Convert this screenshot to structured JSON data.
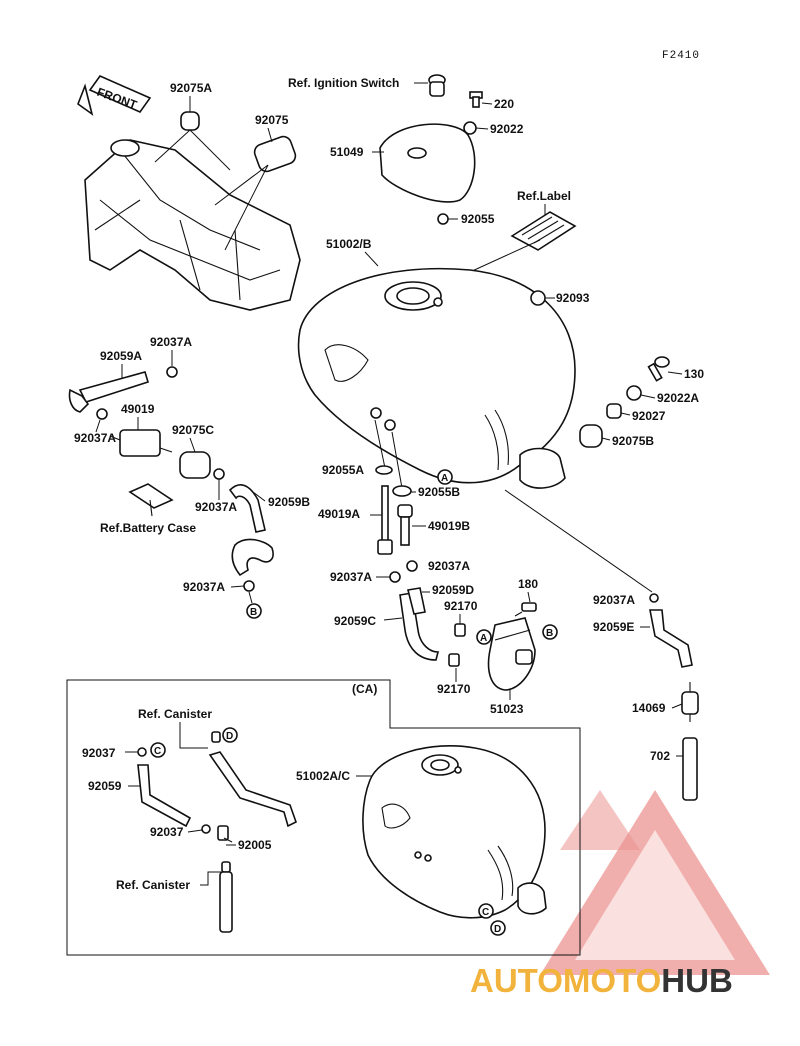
{
  "figure_code": "F2410",
  "labels": {
    "ref_ignition": "Ref. Ignition Switch",
    "p220": "220",
    "p92022": "92022",
    "p51049": "51049",
    "p92055": "92055",
    "ref_label": "Ref.Label",
    "p51002b": "51002/B",
    "p92093": "92093",
    "p92075a_top": "92075A",
    "p92075": "92075",
    "front": "FRONT",
    "p92037a_1": "92037A",
    "p92059a": "92059A",
    "p49019": "49019",
    "p92037a_2": "92037A",
    "p92075c": "92075C",
    "p92037a_3": "92037A",
    "p92059b": "92059B",
    "ref_battery": "Ref.Battery Case",
    "p92037a_4": "92037A",
    "p130": "130",
    "p92022a": "92022A",
    "p92027": "92027",
    "p92075b": "92075B",
    "p92055a": "92055A",
    "p92055b": "92055B",
    "p49019a": "49019A",
    "p49019b": "49019B",
    "p92037a_5": "92037A",
    "p92037a_6": "92037A",
    "p92059d": "92059D",
    "p180": "180",
    "p92170_1": "92170",
    "p92059c": "92059C",
    "p92170_2": "92170",
    "p51023": "51023",
    "p92037a_7": "92037A",
    "p92059e": "92059E",
    "p14069": "14069",
    "p702": "702",
    "ca": "(CA)",
    "ref_canister_1": "Ref. Canister",
    "p92037": "92037",
    "p92059": "92059",
    "p92037_b": "92037",
    "p92005": "92005",
    "ref_canister_2": "Ref. Canister",
    "p51002ac": "51002A/C",
    "circle_a": "A",
    "circle_b": "B",
    "circle_c": "C",
    "circle_d": "D"
  },
  "watermark": {
    "part1": "AUTOMOTO",
    "part2": "HUB",
    "color_orange": "#f2b33d",
    "color_dark": "#333333",
    "logo_color": "#e8817d"
  }
}
